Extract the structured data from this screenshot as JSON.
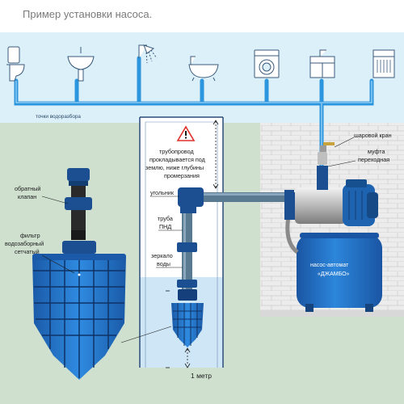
{
  "title": "Пример установки насоса.",
  "labels": {
    "water_points": "точки водоразбора",
    "ball_valve": "шаровой кран",
    "coupling_1": "муфта",
    "coupling_2": "переходная",
    "pipeline_1": "трубопровод",
    "pipeline_2": "прокладывается под",
    "pipeline_3": "землю, ниже глубины",
    "pipeline_4": "промерзания",
    "elbow": "угольник",
    "pipe_1": "труба",
    "pipe_2": "ПНД",
    "mirror_1": "зеркало",
    "mirror_2": "воды",
    "check_valve_1": "обратный",
    "check_valve_2": "клапан",
    "filter_1": "фильтр",
    "filter_2": "водозаборный",
    "filter_3": "сетчатый",
    "tank_1": "насос-автомат",
    "tank_2": "«ДЖАМБО»",
    "depth": "1 метр"
  },
  "icons": [
    "toilet-icon",
    "sink-icon",
    "shower-icon",
    "bathtub-icon",
    "washing-machine-icon",
    "kitchen-sink-icon",
    "dishwasher-icon"
  ],
  "colors": {
    "pipe": "#1f8fd6",
    "pump_blue": "#1e63b0",
    "sky": "#d9eef9",
    "ground": "#cfe0cf",
    "water": "#cfe6f6",
    "warning": "#e0302a"
  }
}
